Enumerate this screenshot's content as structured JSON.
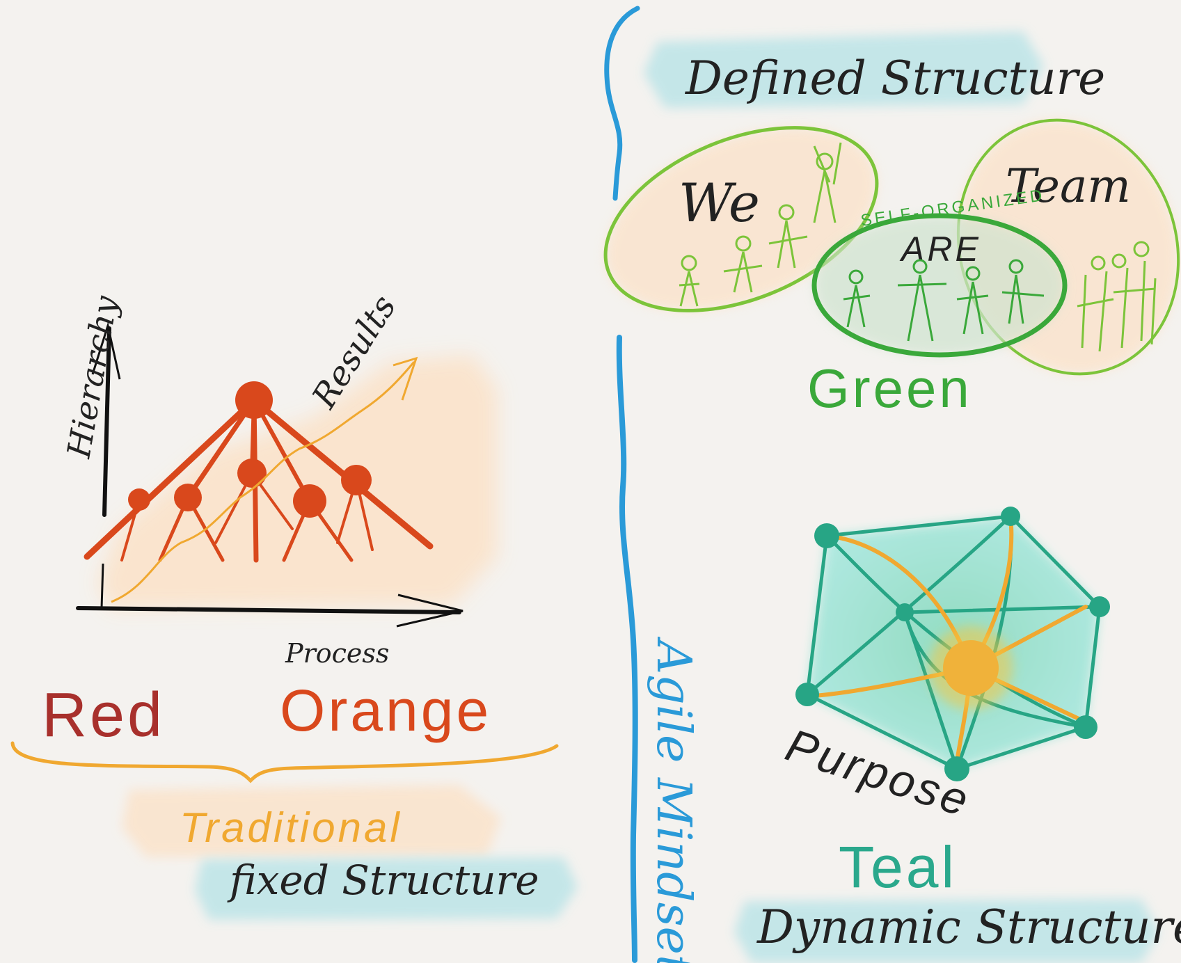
{
  "left": {
    "y_axis_label": "Hierarchy",
    "x_axis_label": "Process",
    "trend_label": "Results",
    "color_red": "Red",
    "color_orange": "Orange",
    "group_label": "Traditional",
    "structure_label": "fixed Structure"
  },
  "divider": {
    "label": "Agile Mindset"
  },
  "right_top": {
    "structure_label": "Defined Structure",
    "we_label": "We",
    "are_label": "ARE",
    "self_org_label": "SELF-ORGANIZED",
    "team_label": "Team",
    "color_label": "Green"
  },
  "right_bottom": {
    "center_label": "Purpose",
    "color_label": "Teal",
    "structure_label": "Dynamic Structure"
  },
  "colors": {
    "red": "#a8302c",
    "orange": "#d9481c",
    "yellow": "#f0a830",
    "green": "#7cc43a",
    "dark_green": "#3aa83a",
    "teal": "#2aa88c",
    "blue": "#2a9ad8",
    "wash_orange": "#fbe3cb",
    "wash_teal": "#bfe5e8"
  }
}
